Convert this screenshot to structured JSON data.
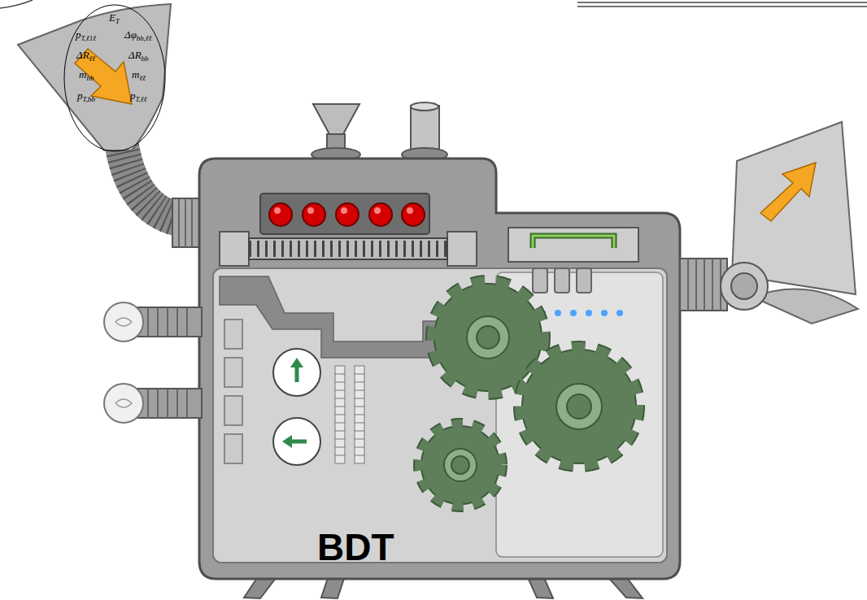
{
  "diagram": {
    "nodes": [
      {
        "text": [
          "ET",
          "pT,ℓ1ℓ",
          "Δφbb,ℓℓ",
          "ΔRℓℓ",
          "ΔRbb",
          "mbb",
          "mℓℓ",
          "pT,bb",
          "pT,ℓℓ"
        ]
      }
    ],
    "labels": [
      "BDT"
    ]
  }
}
